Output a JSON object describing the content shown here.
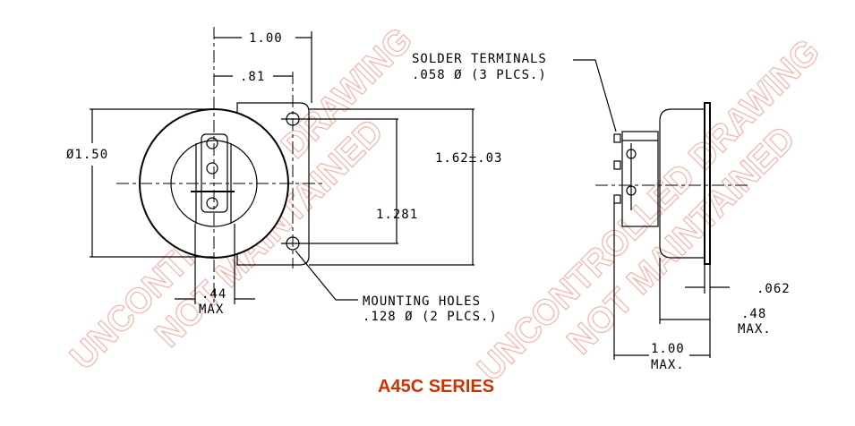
{
  "watermark": {
    "line1": "UNCONTROLLED DRAWING",
    "line2": "NOT MAINTAINED"
  },
  "dimensions": {
    "width_top": "1.00",
    "hole_offset": ".81",
    "diameter": "Ø1.50",
    "height": "1.62±.03",
    "hole_spacing": "1.281",
    "terminal_width": ".44",
    "terminal_width_note": "MAX",
    "flange_thickness": ".062",
    "depth": ".48",
    "depth_note": "MAX.",
    "overall_depth": "1.00",
    "overall_depth_note": "MAX."
  },
  "callouts": {
    "solder_terminals_label": "SOLDER TERMINALS",
    "solder_terminals_spec": ".058 Ø (3 PLCS.)",
    "mounting_holes_label": "MOUNTING HOLES",
    "mounting_holes_spec": ".128 Ø (2 PLCS.)"
  },
  "title": "A45C SERIES",
  "colors": {
    "title": "#cc3300",
    "watermark": "#f2b8ae"
  }
}
